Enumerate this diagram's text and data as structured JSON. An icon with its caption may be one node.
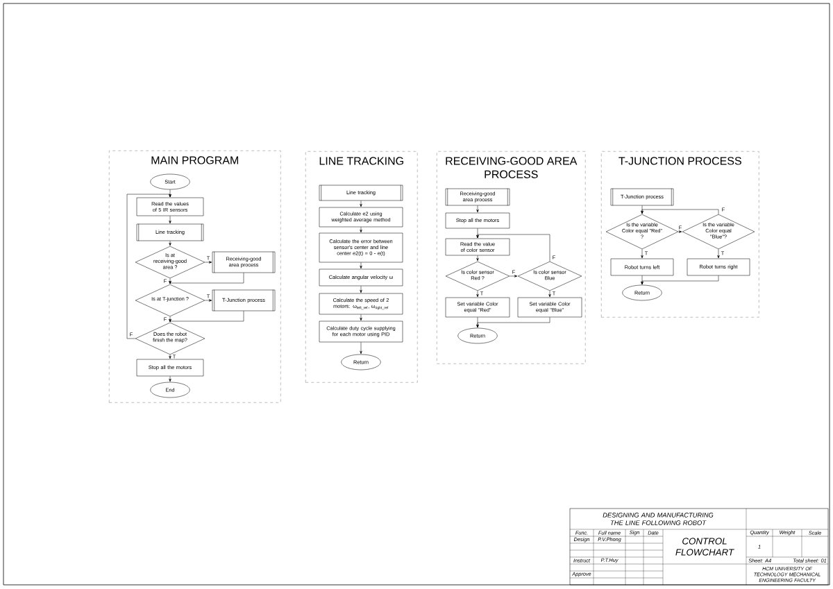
{
  "diagram": {
    "nodes": [
      {
        "text": [
          "MAIN PROGRAM"
        ]
      },
      {
        "text": [
          "Start"
        ],
        "in": 0
      },
      {
        "text": [
          "Read the values of 5 IR sensors"
        ],
        "in": 0
      },
      {
        "text": [
          "Line tracking"
        ],
        "in": 0
      },
      {
        "text": [
          "Is at receiving-good area ?"
        ],
        "in": 0
      },
      {
        "text": [
          "Receiving-good area process"
        ],
        "in": 0
      },
      {
        "text": [
          "Is at T-junction ?"
        ],
        "in": 0
      },
      {
        "text": [
          "T-Junction process"
        ],
        "in": 0
      },
      {
        "text": [
          "Does the robot finish the map?"
        ],
        "in": 0
      },
      {
        "text": [
          "Stop all the motors"
        ],
        "in": 0
      },
      {
        "text": [
          "End"
        ],
        "in": 0
      },
      {
        "text": [
          "LINE TRACKING"
        ]
      },
      {
        "text": [
          "Line tracking"
        ],
        "in": 11
      },
      {
        "text": [
          "Calculate e2 using weighted average method"
        ],
        "in": 11
      },
      {
        "text": [
          "Calculate the error between sensor's center and line center e2(t) = 0 - e(t)"
        ],
        "in": 11
      },
      {
        "text": [
          "Calculate angular velocity ω"
        ],
        "in": 11
      },
      {
        "text": [
          "Calculate the speed of 2 motors: ω$_{left_ref}$, ω$_{right_ref}$"
        ],
        "in": 11
      },
      {
        "text": [
          "Calculate duty cycle supplying for each motor using PID"
        ],
        "in": 11
      },
      {
        "text": [
          "Return"
        ],
        "in": 11
      },
      {
        "text": [
          "RECEIVING-GOOD AREA PROCESS"
        ]
      },
      {
        "text": [
          "Receiving-good area process"
        ],
        "in": 19
      },
      {
        "text": [
          "Stop all the motors"
        ],
        "in": 19
      },
      {
        "text": [
          "Read the value of color sensor"
        ],
        "in": 19
      },
      {
        "text": [
          "Is color sensor Red ?"
        ],
        "in": 19
      },
      {
        "text": [
          "Is color sensor Blue"
        ],
        "in": 19
      },
      {
        "text": [
          "Set variable Color equal \"Red\""
        ],
        "in": 19
      },
      {
        "text": [
          "Set variable Color equal \"Blue\""
        ],
        "in": 19
      },
      {
        "text": [
          "Return"
        ],
        "in": 19
      },
      {
        "text": [
          "T-JUNCTION PROCESS"
        ]
      },
      {
        "text": [
          "T-Junction process"
        ],
        "in": 28
      },
      {
        "text": [
          "Is the variable Color equal \"Red\" ?"
        ],
        "in": 28
      },
      {
        "text": [
          "Is the variable Color equal \"Blue\"?"
        ],
        "in": 28
      },
      {
        "text": [
          "Robot turns left"
        ],
        "in": 28
      },
      {
        "text": [
          "Robot turns right"
        ],
        "in": 28
      },
      {
        "text": [
          "Return"
        ],
        "in": 28
      }
    ],
    "edges": [
      {
        "from": 1,
        "to": 2,
        "arrow": "to"
      },
      {
        "from": 2,
        "to": 3,
        "arrow": "to"
      },
      {
        "from": 3,
        "to": 4,
        "arrow": "to"
      },
      {
        "from": 4,
        "to": 5,
        "arrow": "to",
        "label": "T"
      },
      {
        "from": 5,
        "to": 6,
        "arrow": "to"
      },
      {
        "from": 4,
        "to": 6,
        "arrow": "to",
        "label": "F"
      },
      {
        "from": 6,
        "to": 7,
        "arrow": "to",
        "label": "T"
      },
      {
        "from": 7,
        "to": 8,
        "arrow": "to"
      },
      {
        "from": 6,
        "to": 8,
        "arrow": "to",
        "label": "F"
      },
      {
        "from": 8,
        "to": 9,
        "arrow": "to",
        "label": "T"
      },
      {
        "from": 8,
        "to": 2,
        "arrow": "to",
        "label": "F"
      },
      {
        "from": 9,
        "to": 10,
        "arrow": "to"
      },
      {
        "from": 12,
        "to": 13,
        "arrow": "to"
      },
      {
        "from": 13,
        "to": 14,
        "arrow": "to"
      },
      {
        "from": 14,
        "to": 15,
        "arrow": "to"
      },
      {
        "from": 15,
        "to": 16,
        "arrow": "to"
      },
      {
        "from": 16,
        "to": 17,
        "arrow": "to"
      },
      {
        "from": 17,
        "to": 18,
        "arrow": "to"
      },
      {
        "from": 20,
        "to": 21,
        "arrow": "to"
      },
      {
        "from": 21,
        "to": 22,
        "arrow": "to"
      },
      {
        "from": 22,
        "to": 23,
        "arrow": "to"
      },
      {
        "from": 23,
        "to": 24,
        "arrow": "to",
        "label": "F"
      },
      {
        "from": 24,
        "to": 22,
        "arrow": "to",
        "label": "F"
      },
      {
        "from": 23,
        "to": 25,
        "arrow": "to",
        "label": "T"
      },
      {
        "from": 24,
        "to": 26,
        "arrow": "to",
        "label": "T"
      },
      {
        "from": 25,
        "to": 27,
        "arrow": "to"
      },
      {
        "from": 26,
        "to": 27,
        "arrow": "to"
      },
      {
        "from": 29,
        "to": 30,
        "arrow": "to"
      },
      {
        "from": 30,
        "to": 31,
        "arrow": "to",
        "label": "F"
      },
      {
        "from": 31,
        "to": 30,
        "arrow": "to",
        "label": "F"
      },
      {
        "from": 30,
        "to": 32,
        "arrow": "to",
        "label": "T"
      },
      {
        "from": 31,
        "to": 33,
        "arrow": "to",
        "label": "T"
      },
      {
        "from": 32,
        "to": 34,
        "arrow": "to"
      },
      {
        "from": 33,
        "to": 34,
        "arrow": "to"
      }
    ],
    "labels": [
      "DESIGNING AND MANUFACTURING THE LINE FOLLOWING ROBOT",
      "Func.",
      "Full name",
      "Sign",
      "Date",
      "Quantity",
      "Weight",
      "Scale",
      "Design",
      "P.V.Phong",
      "CONTROL FLOWCHART",
      "1",
      "Instruct",
      "P.T.Huy",
      "Sheet: A4",
      "Total sheet: 01",
      "Approve",
      "HCM UNIVERSITY OF TECHNOLOGY MECHANICAL ENGINEERING FACULTY"
    ]
  }
}
